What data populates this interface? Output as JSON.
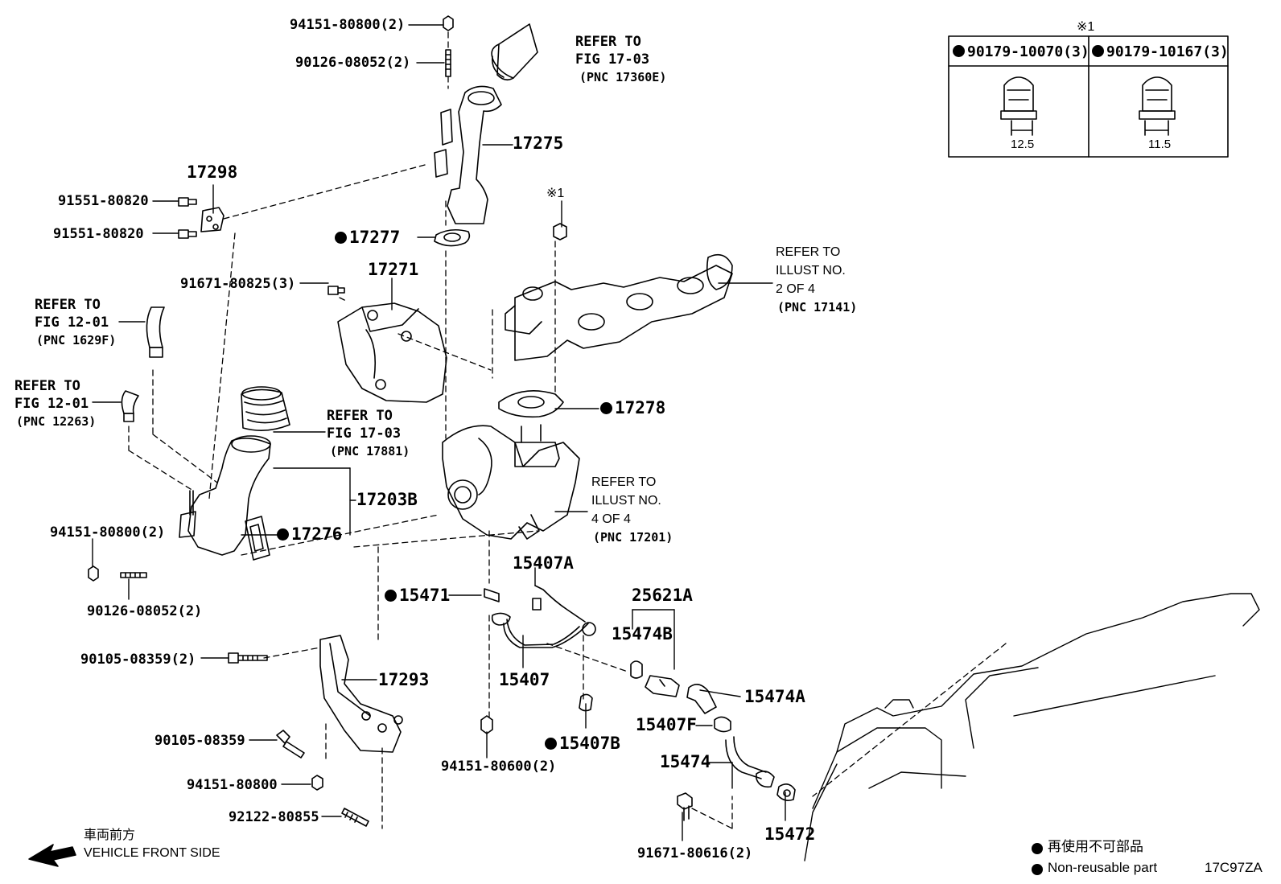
{
  "diagram_id": "17C97ZA",
  "mark_note": "※1",
  "legend": {
    "non_reusable_jp": "再使用不可部品",
    "non_reusable_en": "Non-reusable part"
  },
  "direction": {
    "jp": "車両前方",
    "en": "VEHICLE FRONT SIDE"
  },
  "nut_table": {
    "mark": "※1",
    "col1_part": "90179-10070(3)",
    "col1_dim": "12.5",
    "col2_part": "90179-10167(3)",
    "col2_dim": "11.5"
  },
  "refs": {
    "fig1703_top": {
      "l1": "REFER TO",
      "l2": "FIG 17-03",
      "l3": "(PNC 17360E)"
    },
    "illust2": {
      "l1": "REFER TO",
      "l2": "ILLUST NO.",
      "l3": "2 OF 4",
      "l4": "(PNC 17141)"
    },
    "fig1201_a": {
      "l1": "REFER TO",
      "l2": "FIG 12-01",
      "l3": "(PNC 1629F)"
    },
    "fig1201_b": {
      "l1": "REFER TO",
      "l2": "FIG 12-01",
      "l3": "(PNC 12263)"
    },
    "fig1703_mid": {
      "l1": "REFER TO",
      "l2": "FIG 17-03",
      "l3": "(PNC 17881)"
    },
    "illust4": {
      "l1": "REFER TO",
      "l2": "ILLUST NO.",
      "l3": "4 OF 4",
      "l4": "(PNC 17201)"
    }
  },
  "parts": {
    "p94151_top": "94151-80800(2)",
    "p90126_top": "90126-08052(2)",
    "p17275": "17275",
    "p17298": "17298",
    "p91551_a": "91551-80820",
    "p91551_b": "91551-80820",
    "p17277": "17277",
    "mark1": "※1",
    "p17271": "17271",
    "p91671_825": "91671-80825(3)",
    "p17278": "17278",
    "p17203B": "17203B",
    "p17276": "17276",
    "p94151_left": "94151-80800(2)",
    "p90126_left": "90126-08052(2)",
    "p15407A": "15407A",
    "p15471": "15471",
    "p25621A": "25621A",
    "p15474B": "15474B",
    "p90105_2": "90105-08359(2)",
    "p17293": "17293",
    "p15407": "15407",
    "p15474A": "15474A",
    "p15407F": "15407F",
    "p90105": "90105-08359",
    "p15407B": "15407B",
    "p15474": "15474",
    "p94151_single": "94151-80800",
    "p94151_600": "94151-80600(2)",
    "p92122": "92122-80855",
    "p15472": "15472",
    "p91671_616": "91671-80616(2)"
  }
}
